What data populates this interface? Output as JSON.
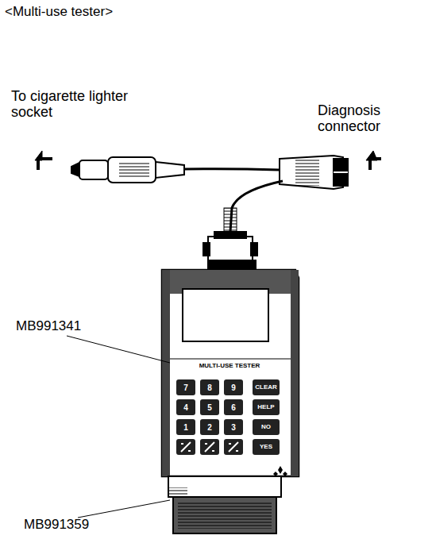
{
  "diagram": {
    "title": "<Multi-use tester>",
    "labels": [
      "To cigarette lighter socket",
      "Diagnosis connector",
      "MB991341",
      "MULTI-USE TESTER",
      "7",
      "8",
      "9",
      "CLEAR",
      "4",
      "5",
      "6",
      "HELP",
      "1",
      "2",
      "3",
      "NO",
      "YES",
      "MB991359"
    ]
  }
}
